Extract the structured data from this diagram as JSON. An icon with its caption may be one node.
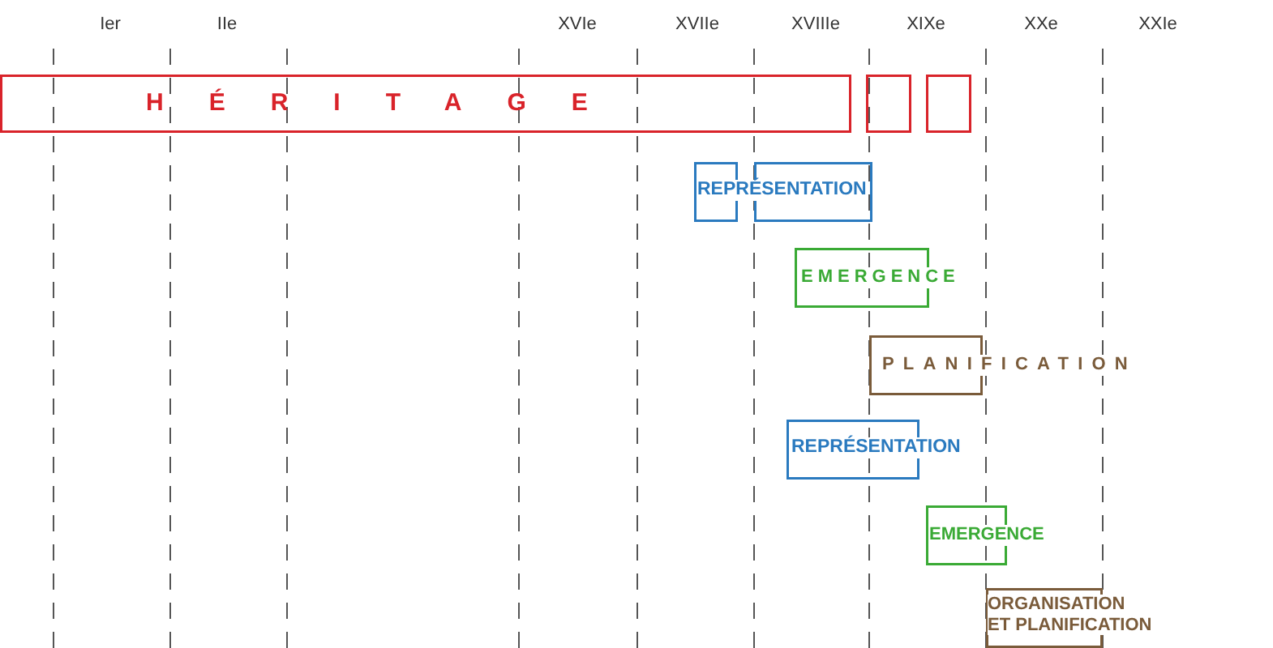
{
  "diagram": {
    "nodes": [
      {
        "text": [
          "HÉRITAGE"
        ]
      },
      {
        "text": [],
        "shape": "box"
      },
      {
        "text": [],
        "shape": "box"
      },
      {
        "text": [
          "REPRÉSENTATION"
        ]
      },
      {
        "text": [
          "EMERGENCE"
        ]
      },
      {
        "text": [
          "PLANIFICATION"
        ]
      },
      {
        "text": [
          "REPRÉSENTATION"
        ]
      },
      {
        "text": [
          "EMERGENCE"
        ]
      },
      {
        "text": [
          "ORGANISATION ET PLANIFICATION"
        ]
      }
    ],
    "labels": [
      "Ier",
      "IIe",
      "XVIe",
      "XVIIe",
      "XVIIIe",
      "XIXe",
      "XXe",
      "XXIe"
    ]
  }
}
